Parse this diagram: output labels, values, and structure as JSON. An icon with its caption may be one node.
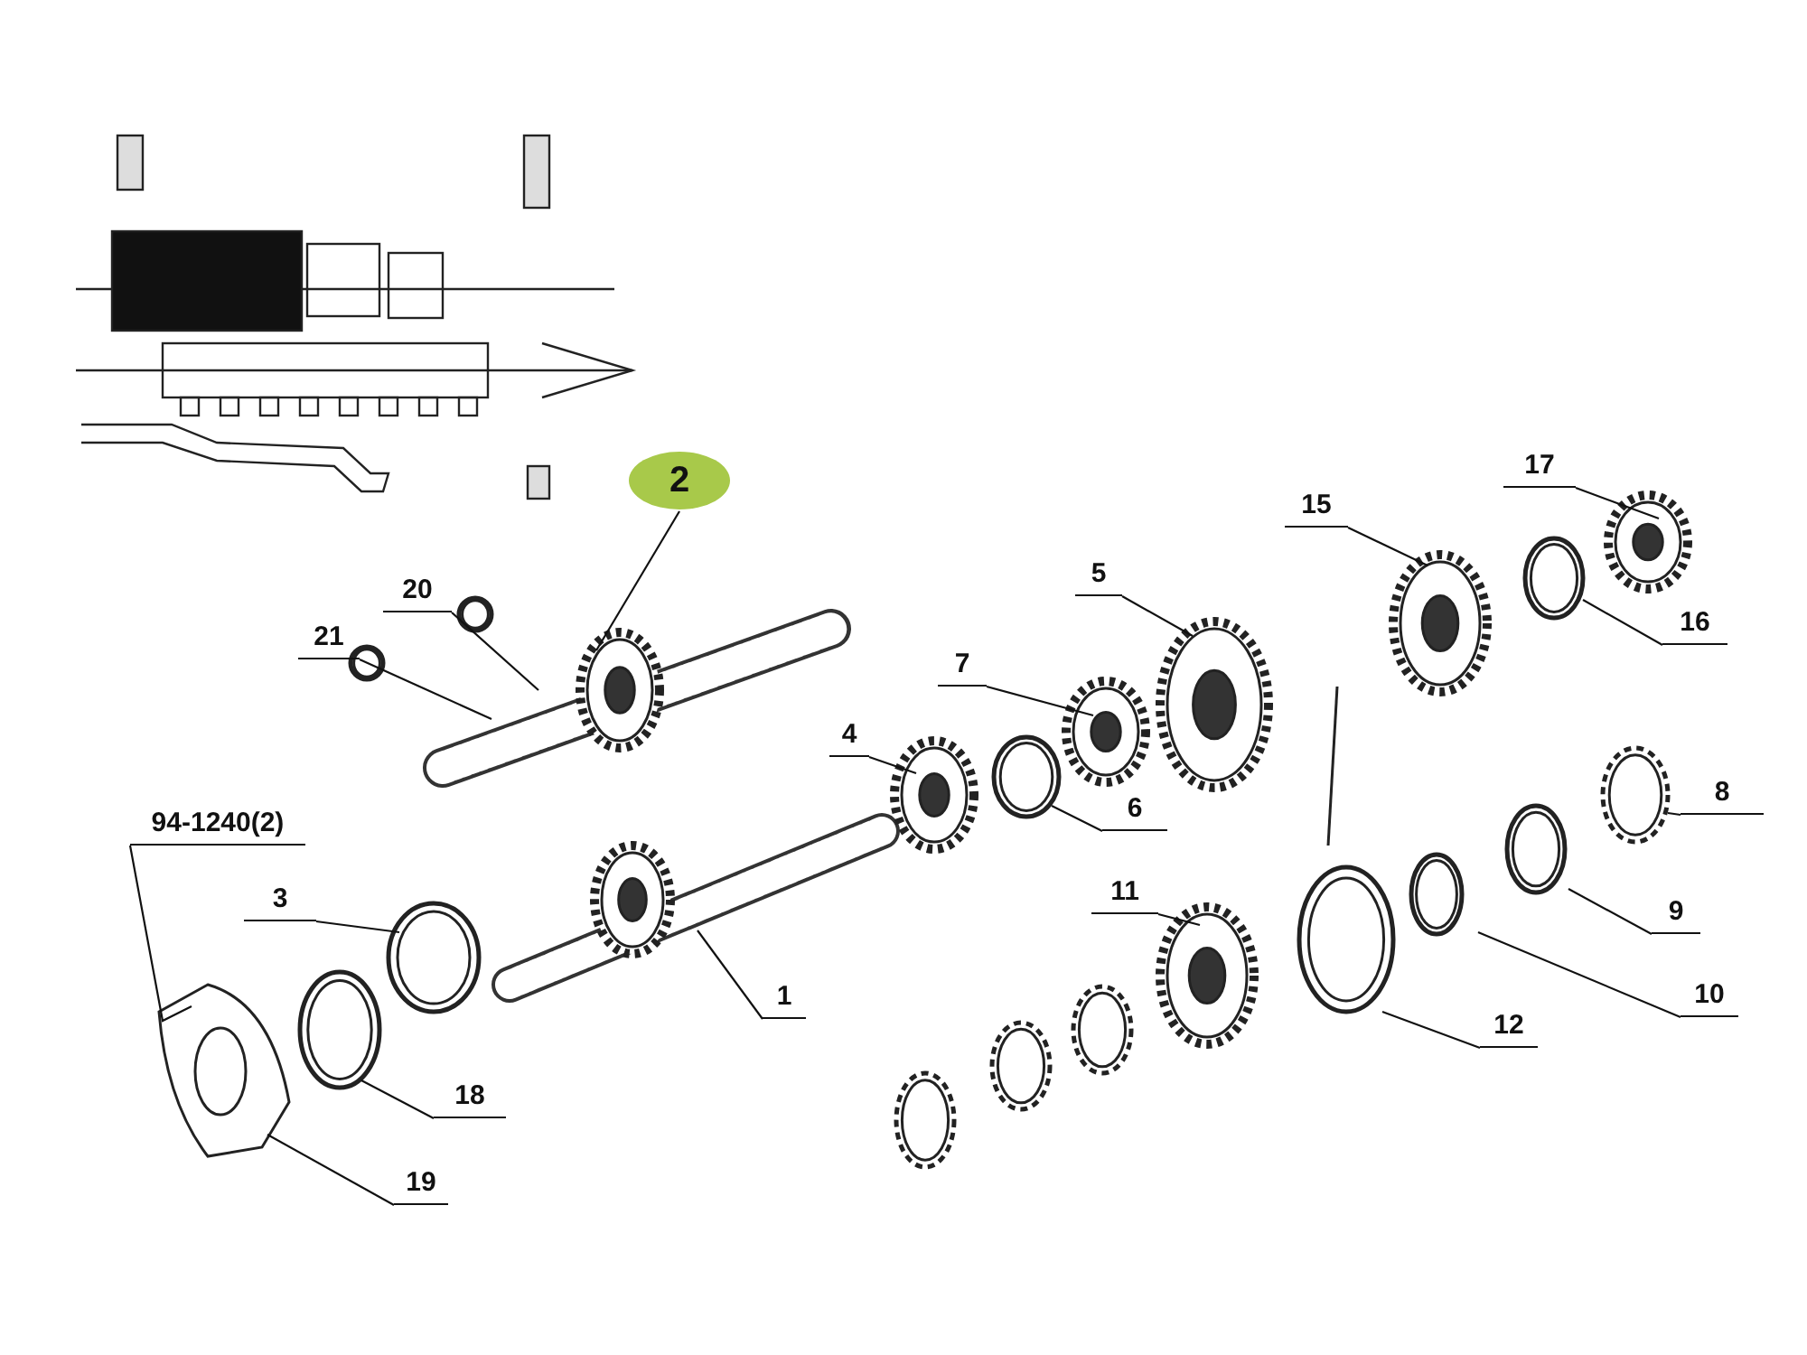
{
  "diagram": {
    "nodes": [
      {
        "text": [
          "2"
        ]
      },
      {
        "text": [
          "20"
        ]
      },
      {
        "text": [
          "21"
        ]
      },
      {
        "text": [
          "17"
        ]
      },
      {
        "text": [
          "15"
        ]
      },
      {
        "text": [
          "16"
        ]
      },
      {
        "text": [
          "5"
        ]
      },
      {
        "text": [
          "7"
        ]
      },
      {
        "text": [
          "4"
        ]
      },
      {
        "text": [
          "6"
        ]
      },
      {
        "text": [
          "8"
        ]
      },
      {
        "text": [
          "94-1240(2)"
        ]
      },
      {
        "text": [
          "3"
        ]
      },
      {
        "text": [
          "11"
        ]
      },
      {
        "text": [
          "1"
        ]
      },
      {
        "text": [
          "9"
        ]
      },
      {
        "text": [
          "10"
        ]
      },
      {
        "text": [
          "12"
        ]
      },
      {
        "text": [
          "18"
        ]
      },
      {
        "text": [
          "19"
        ]
      }
    ],
    "edges": [
      {
        "from": 0,
        "to": null,
        "arrow": "none"
      },
      {
        "from": 1,
        "to": null,
        "arrow": "none"
      },
      {
        "from": 2,
        "to": null,
        "arrow": "none"
      },
      {
        "from": 3,
        "to": null,
        "arrow": "none"
      },
      {
        "from": 4,
        "to": null,
        "arrow": "none"
      },
      {
        "from": 5,
        "to": null,
        "arrow": "none"
      },
      {
        "from": 6,
        "to": null,
        "arrow": "none"
      },
      {
        "from": 7,
        "to": null,
        "arrow": "none"
      },
      {
        "from": 8,
        "to": null,
        "arrow": "none"
      },
      {
        "from": 9,
        "to": null,
        "arrow": "none"
      },
      {
        "from": 10,
        "to": null,
        "arrow": "none"
      },
      {
        "from": 11,
        "to": null,
        "arrow": "none"
      },
      {
        "from": 12,
        "to": null,
        "arrow": "none"
      },
      {
        "from": 13,
        "to": null,
        "arrow": "none"
      },
      {
        "from": 14,
        "to": null,
        "arrow": "none"
      },
      {
        "from": 15,
        "to": null,
        "arrow": "none"
      },
      {
        "from": 16,
        "to": null,
        "arrow": "none"
      },
      {
        "from": 17,
        "to": null,
        "arrow": "none"
      },
      {
        "from": 18,
        "to": null,
        "arrow": "none"
      },
      {
        "from": 19,
        "to": null,
        "arrow": "none"
      }
    ]
  }
}
